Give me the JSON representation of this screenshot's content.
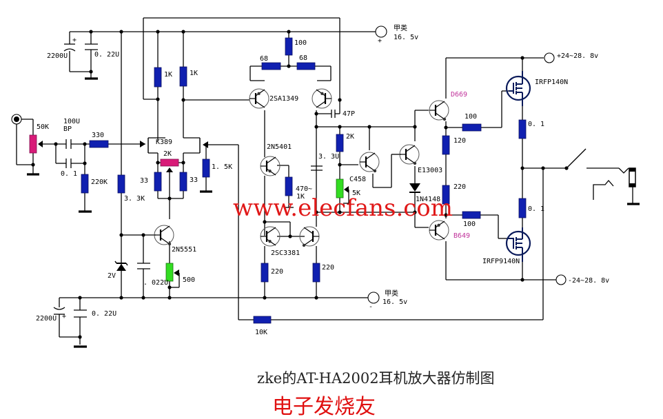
{
  "title": "zke的AT-HA2002耳机放大器仿制图",
  "subtitle": "电子发烧友",
  "watermark": "www.elecfans.com",
  "colors": {
    "wire": "#000000",
    "resistor": "#1020b0",
    "pot_pink": "#d81b78",
    "pot_green": "#33dd22",
    "mosfet": "#0a1a5a",
    "part_label_pink": "#c0309a",
    "watermark": "#e01818"
  },
  "supplies": {
    "class_a_pos": {
      "name": "甲类",
      "voltage": "16. 5v",
      "polarity": "+"
    },
    "class_a_neg": {
      "name": "甲类",
      "voltage": "16. 5v",
      "polarity": "-"
    },
    "output_pos": {
      "voltage": "+24~28. 8v"
    },
    "output_neg": {
      "voltage": "-24~28. 8v"
    }
  },
  "components": {
    "c_supply_top_elec": "2200U",
    "c_supply_top_film": "0. 22U",
    "c_supply_bot_elec": "2200U",
    "c_supply_bot_film": "0. 22U",
    "vol_pot": "50K",
    "c_in_elec": "100U",
    "c_in_elec_type": "BP",
    "c_in_film": "0. 1",
    "r_in_series": "330",
    "r_in_shunt": "220K",
    "r_bias": "3. 3K",
    "jfet": "K389",
    "jfet_pot": "2K",
    "r_src_left": "33",
    "r_src_right": "33",
    "r_fb_gnd": "1. 5K",
    "r_drain_left": "1K",
    "r_drain_right": "1K",
    "zener": "2V",
    "c_zener": ". 022U",
    "q_ccs": "2N5551",
    "ccs_pot": "500",
    "r_top_100": "100",
    "r_68_left": "68",
    "r_68_right": "68",
    "q_diff": "2SA1349",
    "c_comp": "47P",
    "q_vas": "2N5401",
    "r_vas": "470~",
    "r_vas2": "1K",
    "c_boot": "3. 3U",
    "q_mirror": "2SC3381",
    "r_mirror_left": "220",
    "r_mirror_right": "220",
    "r_vbe_top": "2K",
    "q_vbe": "C458",
    "vbe_pot": "5K",
    "q_driver_mid": "E13003",
    "diode": "1N4148",
    "q_driver_pos": "D669",
    "q_driver_neg": "B649",
    "r_gate_pos": "100",
    "r_gate_neg": "100",
    "r_driver_120": "120",
    "r_driver_220": "220",
    "mos_pos": "IRFP140N",
    "mos_neg": "IRFP9140N",
    "r_src_pos": "0. 1",
    "r_src_neg": "0. 1",
    "r_feedback": "10K"
  }
}
